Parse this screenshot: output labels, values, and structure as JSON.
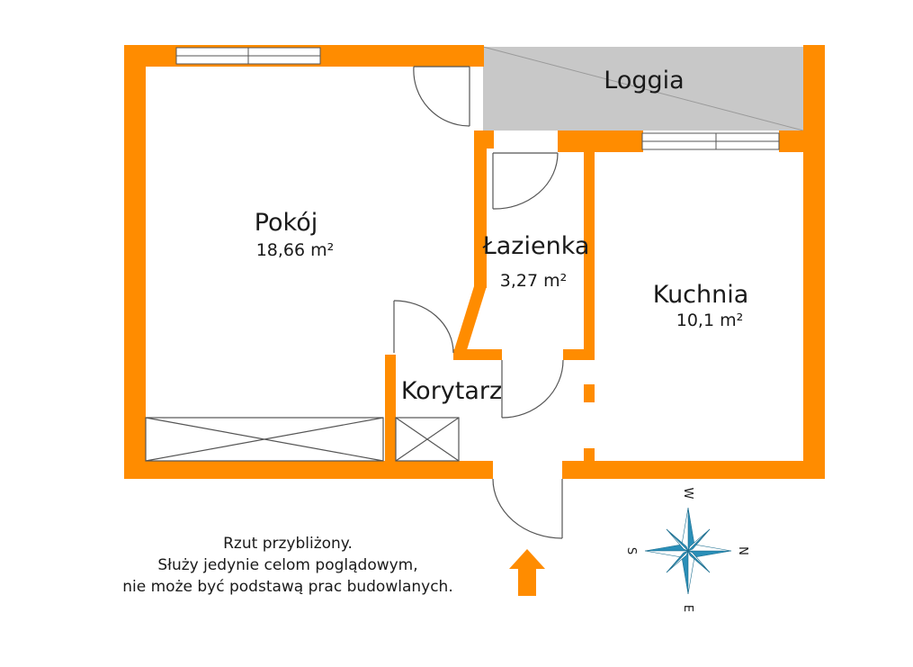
{
  "rooms": {
    "pokoj": {
      "name": "Pokój",
      "area": "18,66 m²"
    },
    "lazienka": {
      "name": "Łazienka",
      "area": "3,27 m²"
    },
    "kuchnia": {
      "name": "Kuchnia",
      "area": "10,1 m²"
    },
    "korytarz": {
      "name": "Korytarz"
    },
    "loggia": {
      "name": "Loggia"
    }
  },
  "note": {
    "line1": "Rzut przybliżony.",
    "line2": "Służy jedynie celom poglądowym,",
    "line3": "nie może być podstawą prac budowlanych."
  },
  "compass": {
    "west": "W",
    "north": "N",
    "east": "E",
    "south": "S"
  },
  "colors": {
    "wall": "#ff8c00",
    "loggia_fill": "#c8c8c8",
    "compass": "#2a8fb8",
    "text": "#1a1a1a"
  }
}
